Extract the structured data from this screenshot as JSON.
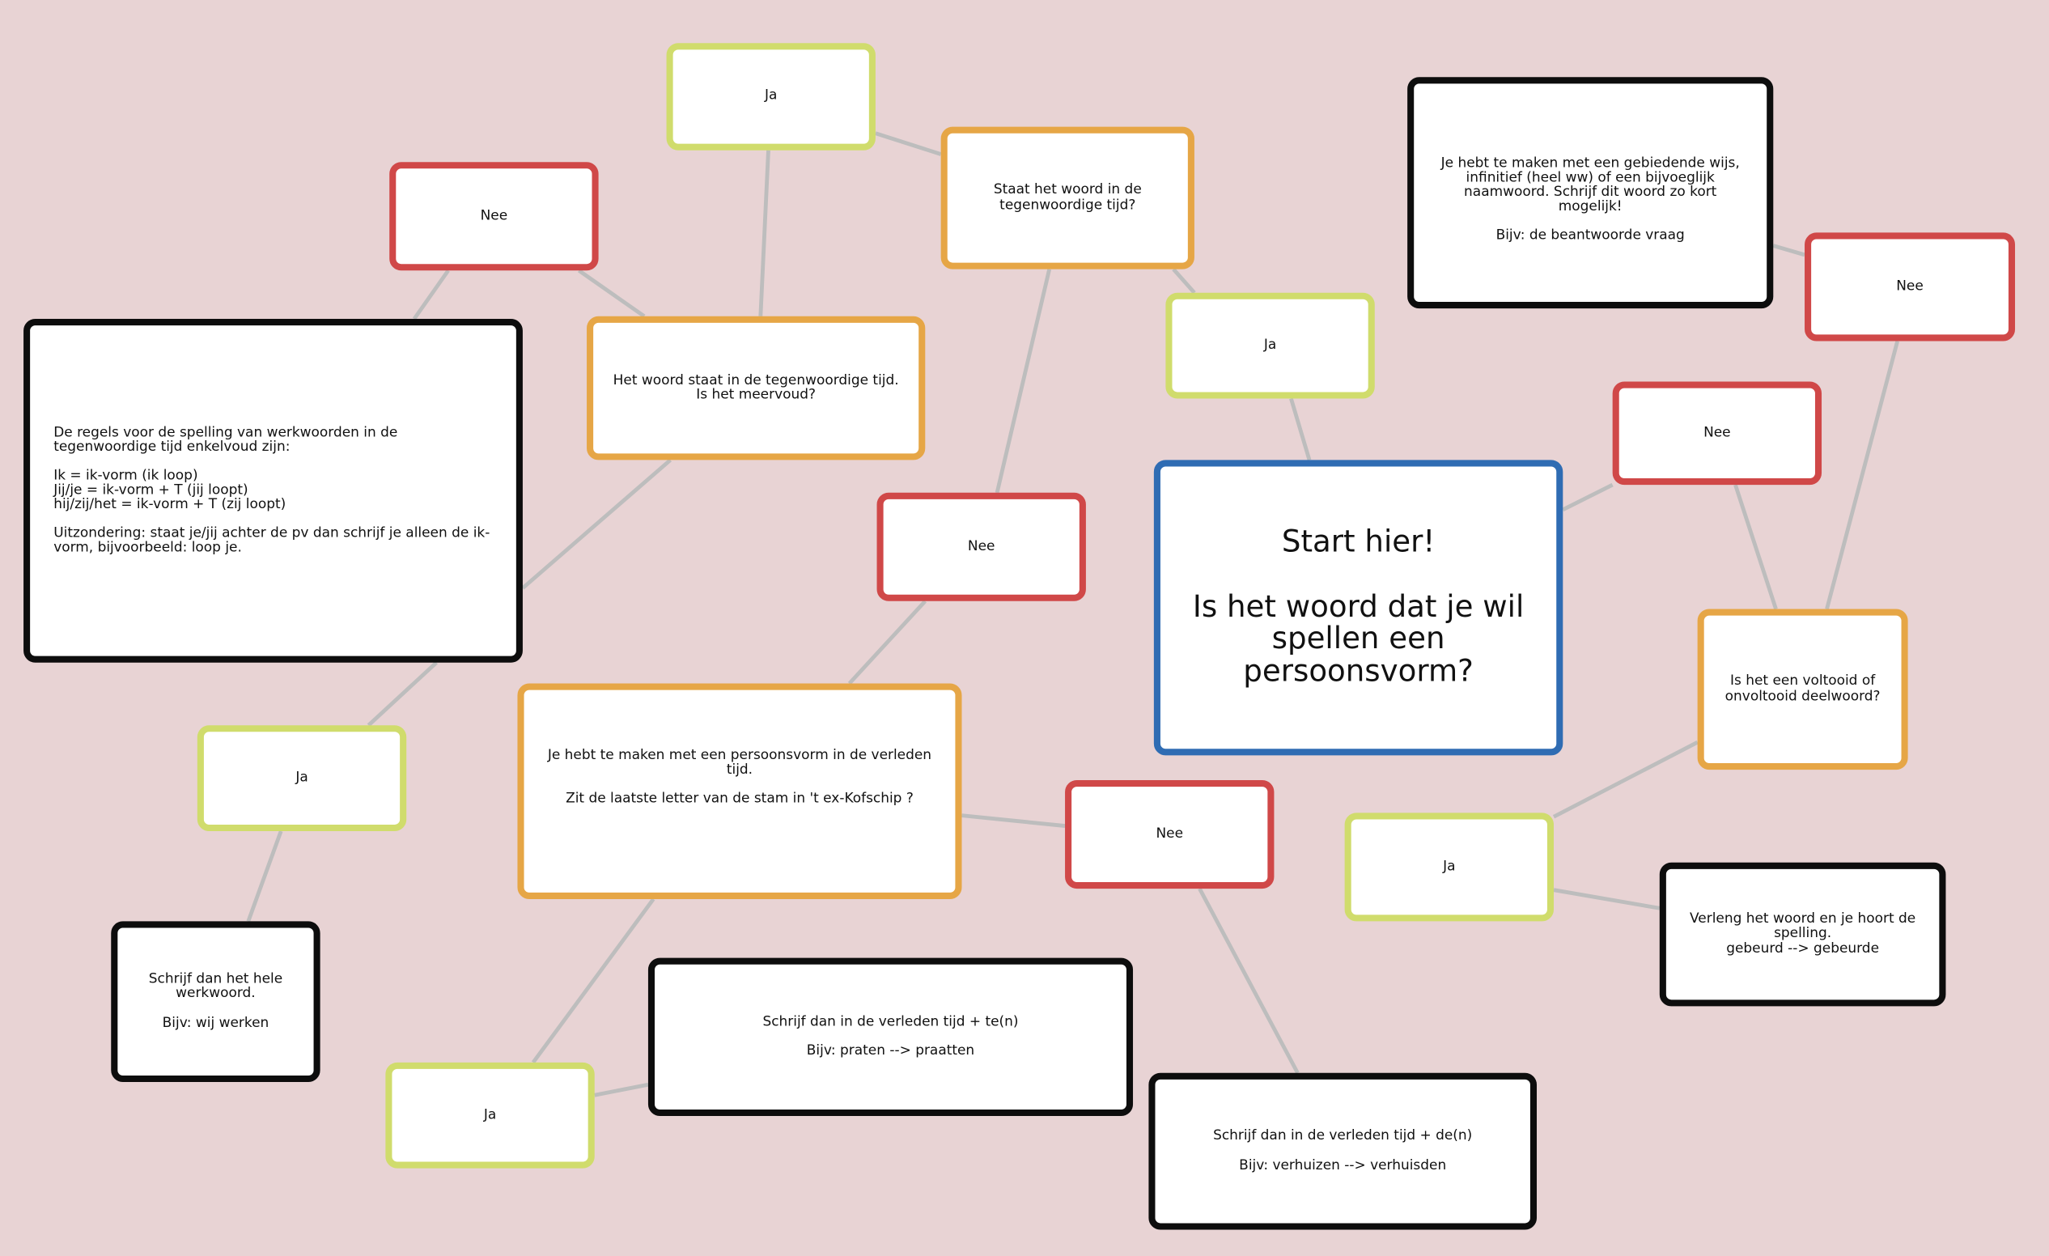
{
  "colors": {
    "background": "#e8d3d4",
    "yes": "#d0dc6c",
    "no": "#d04848",
    "question": "#e6a646",
    "start": "#2f6cb3",
    "answer": "#0d0d0d",
    "connector": "#bdbdbd"
  },
  "nodes": {
    "start": "Start hier!\n\nIs het woord dat je wil spellen een persoonsvorm?",
    "ja_top": "Ja",
    "q_tegenwoordig": "Staat het woord in de\ntegenwoordige tijd?",
    "nee_top_left": "Nee",
    "q_meervoud": "Het woord staat in de tegenwoordige tijd.\nIs het meervoud?",
    "rules": "De regels voor de spelling van werkwoorden in de tegenwoordige tijd enkelvoud zijn:\n\nIk             = ik-vorm (ik loop)\nJij/je          = ik-vorm + T (jij loopt)\nhij/zij/het = ik-vorm + T (zij loopt)\n\nUitzondering: staat je/jij achter de pv dan schrijf je alleen de ik-vorm, bijvoorbeeld: loop je.",
    "ja_start": "Ja",
    "nee_middle": "Nee",
    "q_verleden": "Je hebt te maken met een persoonsvorm in de verleden tijd.\n\nZit de laatste letter van de stam in 't ex-Kofschip ?",
    "ja_meervoud": "Ja",
    "hele_werkwoord": "Schrijf dan het hele\nwerkwoord.\n\nBijv: wij werken",
    "nee_kofschip": "Nee",
    "te_n": "Schrijf dan in de verleden tijd + te(n)\n\nBijv: praten --> praatten",
    "ja_kofschip": "Ja",
    "de_n": "Schrijf dan in de verleden tijd + de(n)\n\nBijv: verhuizen --> verhuisden",
    "gebiedende": "Je hebt te maken met een gebiedende wijs,\ninfinitief (heel ww) of een bijvoeglijk\nnaamwoord. Schrijf dit woord zo kort mogelijk!\n\nBijv: de beantwoorde vraag",
    "nee_right": "Nee",
    "nee_start": "Nee",
    "q_voltooid": "Is het een voltooid of\nonvoltooid deelwoord?",
    "ja_voltooid": "Ja",
    "verleng": "Verleng het woord en je hoort de\nspelling.\ngebeurd --> gebeurde"
  }
}
